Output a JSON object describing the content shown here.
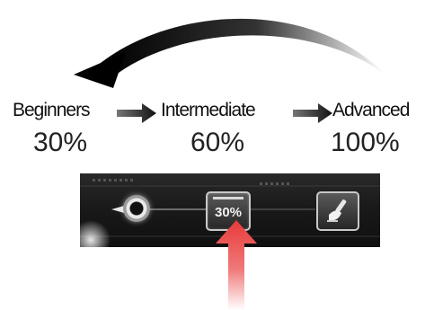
{
  "stages": [
    {
      "label": "Beginners",
      "percent": "30%"
    },
    {
      "label": "Intermediate",
      "percent": "60%"
    },
    {
      "label": "Advanced",
      "percent": "100%"
    }
  ],
  "toolbar": {
    "percent_button_label": "30%"
  },
  "colors": {
    "pointer_arrow": "#e83a3a",
    "toolbar_bg": "#1a1a1a"
  }
}
